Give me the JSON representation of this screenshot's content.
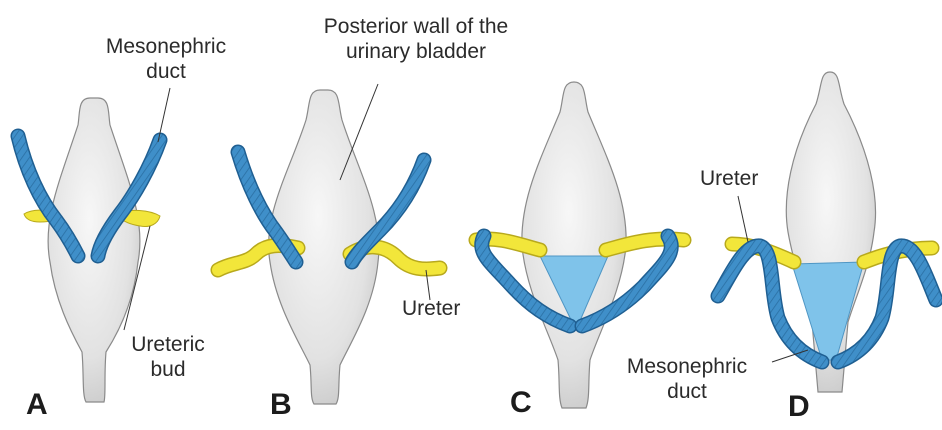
{
  "colors": {
    "duct": "#3f8fc9",
    "duct_dark": "#1f5f92",
    "ureter": "#f2e63a",
    "ureter_dark": "#b8a91c",
    "bladder": "#e8e8e8",
    "bladder_edge": "#8a8a8a",
    "trigone": "#7fc3ea"
  },
  "labels": {
    "mesonephric_duct_top_line1": "Mesonephric",
    "mesonephric_duct_top_line2": "duct",
    "posterior_wall_line1": "Posterior wall of the",
    "posterior_wall_line2": "urinary bladder",
    "ureteric_bud_line1": "Ureteric",
    "ureteric_bud_line2": "bud",
    "ureter_b": "Ureter",
    "ureter_d": "Ureter",
    "mesonephric_duct_bottom_line1": "Mesonephric",
    "mesonephric_duct_bottom_line2": "duct"
  },
  "panels": {
    "a": "A",
    "b": "B",
    "c": "C",
    "d": "D"
  }
}
